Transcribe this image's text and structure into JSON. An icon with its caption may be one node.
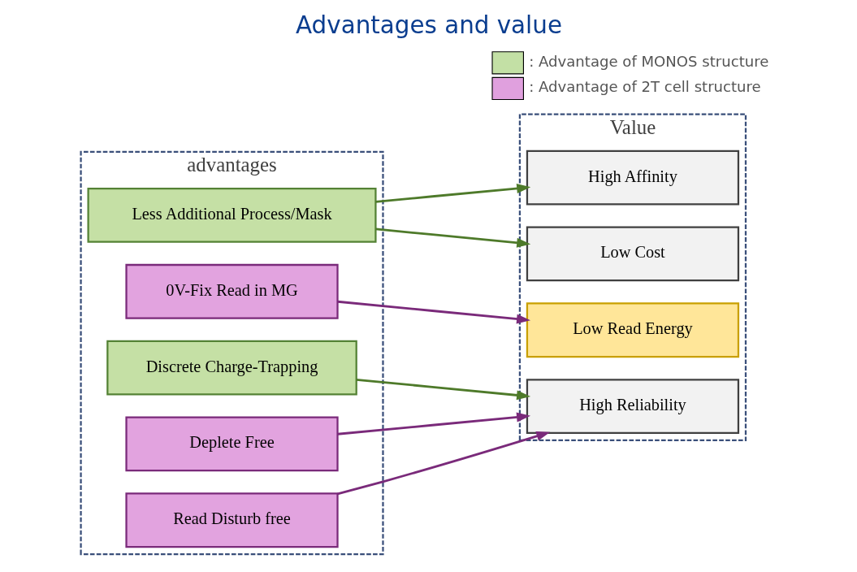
{
  "diagram": {
    "title": "Advantages and value",
    "nodes": [
      {
        "text": [
          "advantages"
        ]
      },
      {
        "text": [
          "Less Additional Process/Mask"
        ],
        "in": 0
      },
      {
        "text": [
          "Discrete Charge-Trapping"
        ],
        "in": 0
      },
      {
        "text": [
          "0V-Fix Read in MG"
        ],
        "in": 0
      },
      {
        "text": [
          "Deplete Free"
        ],
        "in": 0
      },
      {
        "text": [
          "Read Disturb free"
        ],
        "in": 0
      },
      {
        "text": [
          "Value"
        ]
      },
      {
        "text": [
          "Low Cost"
        ],
        "in": 6
      },
      {
        "text": [
          "High Affinity"
        ],
        "in": 6
      },
      {
        "text": [
          "Low Read Energy"
        ],
        "in": 6
      },
      {
        "text": [
          "High Reliability"
        ],
        "in": 6
      }
    ],
    "edges": [
      {
        "from": 1,
        "to": 7,
        "arrow": "to",
        "color": "#4e7a2a"
      },
      {
        "from": 1,
        "to": 8,
        "arrow": "to",
        "color": "#4e7a2a"
      },
      {
        "from": 2,
        "to": 10,
        "arrow": "to",
        "color": "#4e7a2a"
      },
      {
        "from": 3,
        "to": 9,
        "arrow": "to",
        "color": "#7a2a7a"
      },
      {
        "from": 4,
        "to": 10,
        "arrow": "to",
        "color": "#7a2a7a"
      },
      {
        "from": 5,
        "to": 10,
        "arrow": "to",
        "color": "#7a2a7a"
      }
    ],
    "legend": [
      {
        "text": ": Advantage of MONOS structure",
        "color": "#c3e0a5"
      },
      {
        "text": ": Advantage of 2T cell structure",
        "color": "#e0a0de"
      }
    ]
  }
}
